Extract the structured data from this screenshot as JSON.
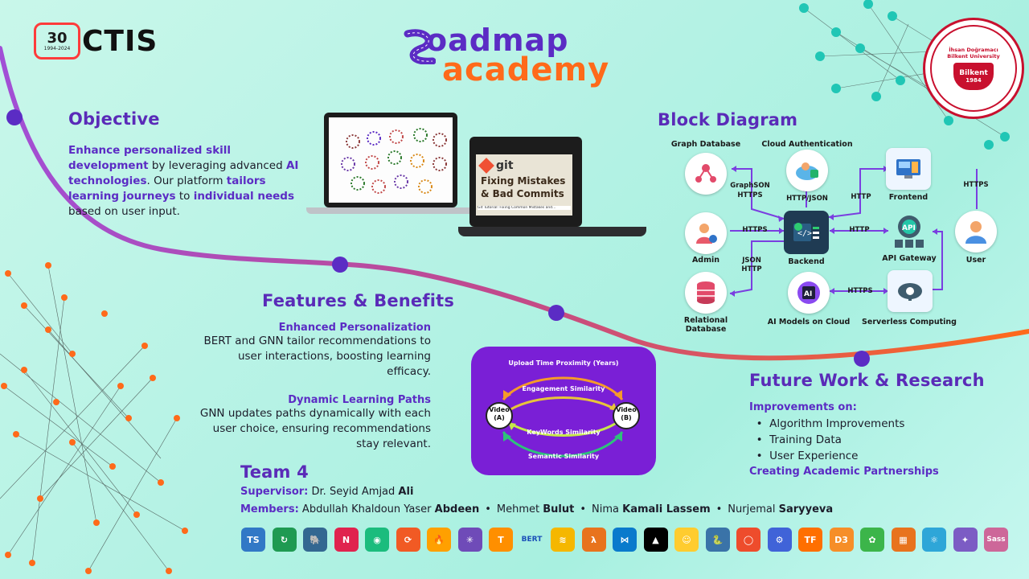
{
  "header": {
    "ctis_badge": "30",
    "ctis_years": "1994-2024",
    "ctis_text": "CTIS",
    "title_line1": "oadmap",
    "title_line2": "academy",
    "university_seal_name": "İhsan Doğramacı Bilkent University",
    "university_badge": "Bilkent",
    "university_year": "1984"
  },
  "objective": {
    "heading": "Objective",
    "parts": [
      {
        "text": "Enhance personalized skill development",
        "bold": true
      },
      {
        "text": " by leveraging advanced ",
        "bold": false
      },
      {
        "text": "AI technologies",
        "bold": true
      },
      {
        "text": ". Our platform ",
        "bold": false
      },
      {
        "text": "tailors learning journeys",
        "bold": true
      },
      {
        "text": " to ",
        "bold": false
      },
      {
        "text": "individual needs",
        "bold": true
      },
      {
        "text": " based on user input.",
        "bold": false
      }
    ]
  },
  "laptop_screen": {
    "banner_git": "git",
    "banner_line1": "Fixing Mistakes",
    "banner_line2": "& Bad Commits",
    "banner_caption": "Git Tutorial: Fixing Common Mistakes and..."
  },
  "block_diagram": {
    "heading": "Block Diagram",
    "nodes": {
      "graph_database": "Graph Database",
      "cloud_authentication": "Cloud Authentication",
      "frontend": "Frontend",
      "admin": "Admin",
      "backend": "Backend",
      "api_gateway": "API Gateway",
      "user": "User",
      "relational_database_line1": "Relational",
      "relational_database_line2": "Database",
      "ai_models": "AI Models on Cloud",
      "serverless": "Serverless Computing"
    },
    "edges": {
      "graphson_line1": "GraphSON",
      "graphson_line2": "HTTPS",
      "http_json": "HTTP/JSON",
      "http_frontend": "HTTP",
      "https_user": "HTTPS",
      "https_admin": "HTTPS",
      "http_api": "HTTP",
      "json_line1": "JSON",
      "json_line2": "HTTP",
      "https_ai": "HTTPS"
    },
    "ai_chip": "AI",
    "api_chip": "API"
  },
  "features": {
    "heading": "Features & Benefits",
    "items": [
      {
        "title": "Enhanced Personalization",
        "lines": [
          "BERT and GNN tailor recommendations to",
          "user interactions, boosting learning efficacy."
        ]
      },
      {
        "title": "Dynamic Learning Paths",
        "lines": [
          "GNN updates paths dynamically with each",
          "user choice, ensuring recommendations",
          "stay relevant."
        ]
      }
    ]
  },
  "similarity": {
    "top": "Upload Time Proximity (Years)",
    "engagement": "Engagement Similarity",
    "keywords": "KeyWords Similarity",
    "semantic": "Semantic Similarity",
    "video_a_line1": "Video",
    "video_a_line2": "(A)",
    "video_b_line1": "Video",
    "video_b_line2": "(B)"
  },
  "future": {
    "heading": "Future Work & Research",
    "subheading": "Improvements on:",
    "bullets": [
      "Algorithm Improvements",
      "Training Data",
      "User Experience"
    ],
    "closing": "Creating Academic Partnerships"
  },
  "team": {
    "heading": "Team 4",
    "supervisor_label": "Supervisor:",
    "supervisor_name": "Dr. Seyid Amjad",
    "supervisor_surname": "Ali",
    "members_label": "Members:",
    "separator": "•",
    "members": [
      {
        "given": "Abdullah Khaldoun Yaser",
        "surname": "Abdeen"
      },
      {
        "given": "Mehmet",
        "surname": "Bulut"
      },
      {
        "given": "Nima",
        "surname": "Kamali Lassem"
      },
      {
        "given": "Nurjemal",
        "surname": "Saryyeva"
      }
    ]
  },
  "tech_logos": [
    {
      "name": "typescript-icon",
      "glyph": "TS",
      "color": "#3178c6"
    },
    {
      "name": "refresh-icon",
      "glyph": "↻",
      "color": "#1f9a52"
    },
    {
      "name": "postgresql-icon",
      "glyph": "🐘",
      "color": "#336791"
    },
    {
      "name": "nestjs-icon",
      "glyph": "N",
      "color": "#e0234e"
    },
    {
      "name": "neo4j-icon",
      "glyph": "◉",
      "color": "#1bbc7d"
    },
    {
      "name": "swagger-icon",
      "glyph": "⟳",
      "color": "#f15a24"
    },
    {
      "name": "firebase-icon",
      "glyph": "🔥",
      "color": "#ffa000"
    },
    {
      "name": "gnn-icon",
      "glyph": "✳",
      "color": "#6f4bb8"
    },
    {
      "name": "tensorflow-hub-icon",
      "glyph": "T",
      "color": "#ff8f00"
    },
    {
      "name": "bert-icon",
      "glyph": "BERT",
      "color": "#ffffff"
    },
    {
      "name": "layers-icon",
      "glyph": "≋",
      "color": "#f5b700"
    },
    {
      "name": "aws-lambda-icon",
      "glyph": "λ",
      "color": "#e8731d"
    },
    {
      "name": "vscode-icon",
      "glyph": "⋈",
      "color": "#0a7acc"
    },
    {
      "name": "vercel-icon",
      "glyph": "▲",
      "color": "#000000"
    },
    {
      "name": "huggingface-icon",
      "glyph": "☺",
      "color": "#ffcc2f"
    },
    {
      "name": "python-icon",
      "glyph": "🐍",
      "color": "#3a73a8"
    },
    {
      "name": "pytorch-icon",
      "glyph": "◯",
      "color": "#ee4c2c"
    },
    {
      "name": "networkx-icon",
      "glyph": "⚙",
      "color": "#4063d8"
    },
    {
      "name": "tensorflow-icon",
      "glyph": "TF",
      "color": "#ff6f00"
    },
    {
      "name": "d3-icon",
      "glyph": "D3",
      "color": "#f68e28"
    },
    {
      "name": "gensim-icon",
      "glyph": "✿",
      "color": "#3cb54a"
    },
    {
      "name": "aws-icon",
      "glyph": "▦",
      "color": "#e8731d"
    },
    {
      "name": "react-icon",
      "glyph": "⚛",
      "color": "#2ea6d8"
    },
    {
      "name": "graph-icon",
      "glyph": "✦",
      "color": "#7c5cc4"
    },
    {
      "name": "sass-icon",
      "glyph": "Sass",
      "color": "#cd6799"
    }
  ],
  "colors": {
    "purple": "#5b2cc4",
    "orange": "#ff6a1a",
    "teal": "#20c6b5",
    "backgroundTop": "#c9f7ea"
  }
}
